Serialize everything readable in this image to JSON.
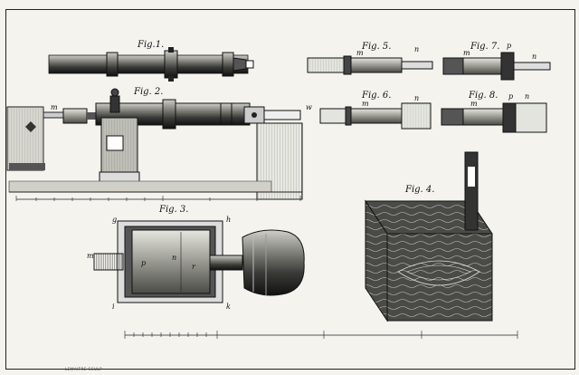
{
  "plate": {
    "figures": [
      {
        "id": "fig1",
        "label": "Fig.1."
      },
      {
        "id": "fig2",
        "label": "Fig. 2."
      },
      {
        "id": "fig3",
        "label": "Fig. 3."
      },
      {
        "id": "fig4",
        "label": "Fig. 4."
      },
      {
        "id": "fig5",
        "label": "Fig. 5."
      },
      {
        "id": "fig6",
        "label": "Fig. 6."
      },
      {
        "id": "fig7",
        "label": "Fig. 7."
      },
      {
        "id": "fig8",
        "label": "Fig. 8."
      }
    ],
    "letters": {
      "m": "m",
      "n": "n",
      "p": "p",
      "w": "w",
      "g": "g",
      "h": "h",
      "i": "i",
      "k": "k",
      "r": "r"
    },
    "engraver": "LEMAITRE SCULP"
  }
}
